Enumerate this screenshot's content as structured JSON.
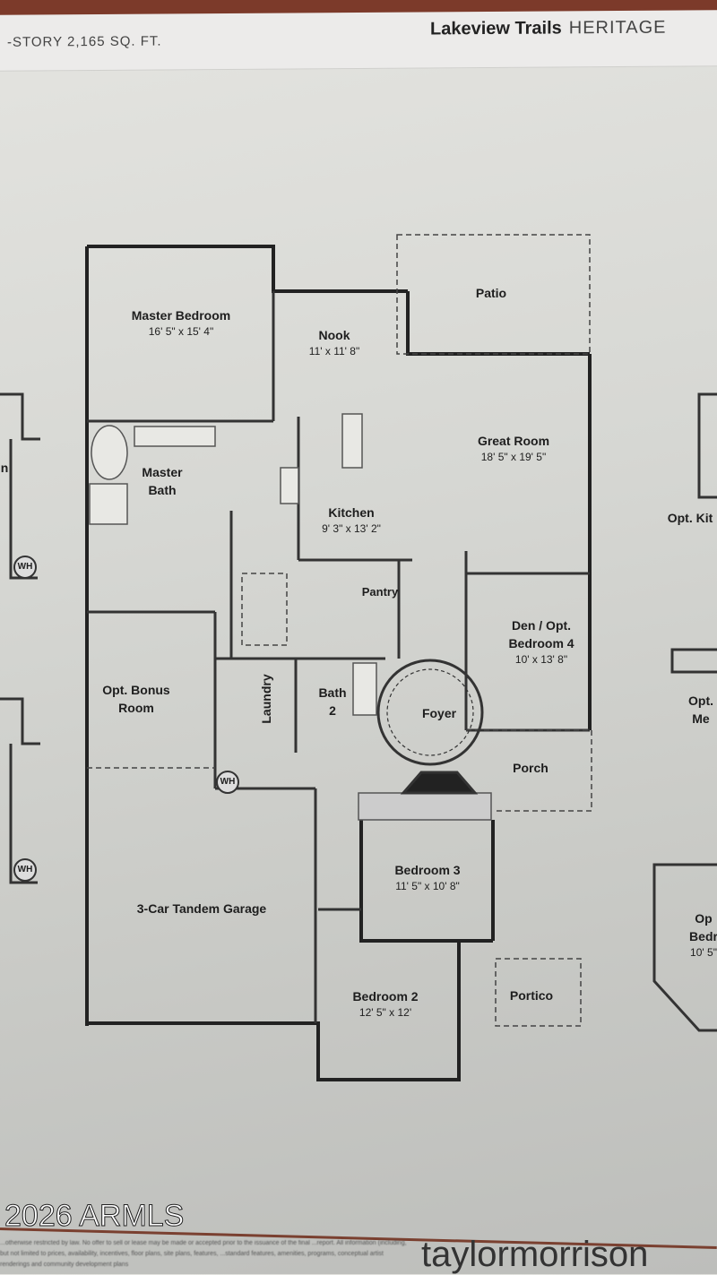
{
  "header": {
    "left_text": "-STORY  2,165 SQ. FT.",
    "community": "Lakeview Trails",
    "collection": "HERITAGE"
  },
  "rooms": {
    "master_bedroom": {
      "name": "Master Bedroom",
      "dims": "16' 5\" x 15' 4\""
    },
    "nook": {
      "name": "Nook",
      "dims": "11' x 11' 8\""
    },
    "patio": {
      "name": "Patio"
    },
    "great_room": {
      "name": "Great Room",
      "dims": "18' 5\" x 19' 5\""
    },
    "master_bath": {
      "name": "Master Bath"
    },
    "kitchen": {
      "name": "Kitchen",
      "dims": "9' 3\" x 13' 2\""
    },
    "pantry": {
      "name": "Pantry"
    },
    "den": {
      "name": "Den / Opt. Bedroom 4",
      "dims": "10' x 13' 8\""
    },
    "bonus_room": {
      "name": "Opt. Bonus Room"
    },
    "laundry": {
      "name": "Laundry"
    },
    "bath2": {
      "name": "Bath 2"
    },
    "foyer": {
      "name": "Foyer"
    },
    "porch": {
      "name": "Porch"
    },
    "bedroom3": {
      "name": "Bedroom 3",
      "dims": "11' 5\" x 10' 8\""
    },
    "garage": {
      "name": "3-Car Tandem Garage"
    },
    "bedroom2": {
      "name": "Bedroom 2",
      "dims": "12' 5\" x 12'"
    },
    "portico": {
      "name": "Portico"
    },
    "water_heater": "WH"
  },
  "neighbors": {
    "left_partial": "n",
    "right_kitchen": "Opt. Kit",
    "right_media": "Opt. Me",
    "right_bedroom": "Op Bedr",
    "right_bedroom_dims": "10' 5\""
  },
  "footer": {
    "watermark": "2026 ARMLS",
    "disclaimer": "...otherwise restricted by law. No offer to sell or lease may be made or accepted prior to the issuance of the final ...report. All information (including, but not limited to prices, availability, incentives, floor plans, site plans, features, ...standard features, amenities, programs, conceptual artist renderings and community development plans",
    "brand": "taylormorrison"
  }
}
